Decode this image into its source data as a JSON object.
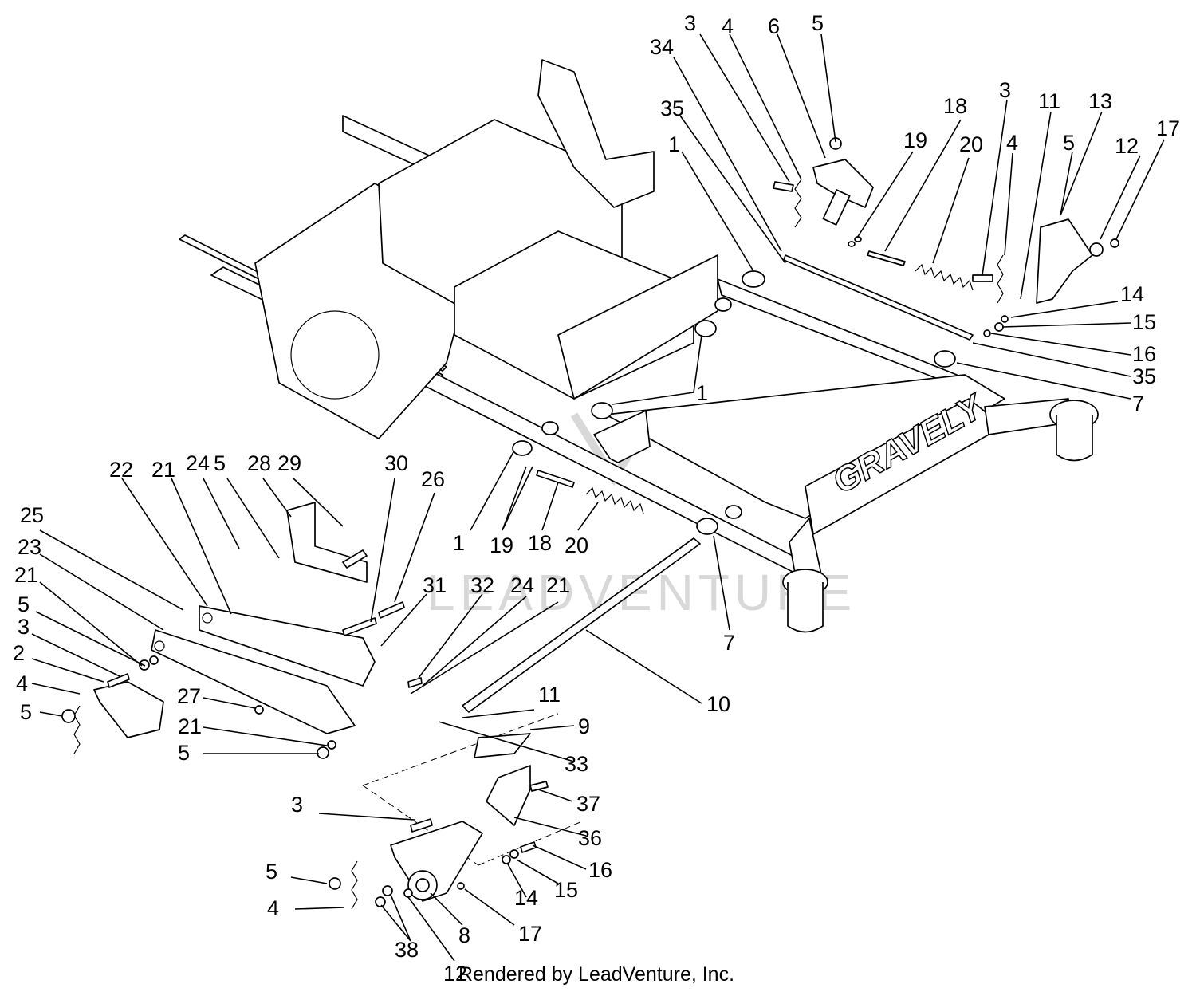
{
  "diagram": {
    "brand_text": "GRAVELY",
    "watermark_text": "LEADVENTURE",
    "footer_text": "Rendered by LeadVenture, Inc.",
    "callouts": [
      {
        "id": "c1",
        "text": "3"
      },
      {
        "id": "c2",
        "text": "4"
      },
      {
        "id": "c3",
        "text": "6"
      },
      {
        "id": "c4",
        "text": "5"
      },
      {
        "id": "c5",
        "text": "34"
      },
      {
        "id": "c6",
        "text": "35"
      },
      {
        "id": "c7",
        "text": "1"
      },
      {
        "id": "c8",
        "text": "18"
      },
      {
        "id": "c9",
        "text": "19"
      },
      {
        "id": "c10",
        "text": "20"
      },
      {
        "id": "c11",
        "text": "3"
      },
      {
        "id": "c12",
        "text": "11"
      },
      {
        "id": "c13",
        "text": "13"
      },
      {
        "id": "c14",
        "text": "4"
      },
      {
        "id": "c15",
        "text": "5"
      },
      {
        "id": "c16",
        "text": "12"
      },
      {
        "id": "c17",
        "text": "17"
      },
      {
        "id": "c18",
        "text": "14"
      },
      {
        "id": "c19",
        "text": "15"
      },
      {
        "id": "c20",
        "text": "16"
      },
      {
        "id": "c21",
        "text": "35"
      },
      {
        "id": "c22",
        "text": "7"
      },
      {
        "id": "c23",
        "text": "1"
      },
      {
        "id": "c24",
        "text": "22"
      },
      {
        "id": "c25",
        "text": "21"
      },
      {
        "id": "c26",
        "text": "24"
      },
      {
        "id": "c27",
        "text": "5"
      },
      {
        "id": "c28",
        "text": "28"
      },
      {
        "id": "c29",
        "text": "29"
      },
      {
        "id": "c30",
        "text": "30"
      },
      {
        "id": "c31",
        "text": "26"
      },
      {
        "id": "c32",
        "text": "25"
      },
      {
        "id": "c33",
        "text": "23"
      },
      {
        "id": "c34",
        "text": "21"
      },
      {
        "id": "c35",
        "text": "5"
      },
      {
        "id": "c36",
        "text": "3"
      },
      {
        "id": "c37",
        "text": "2"
      },
      {
        "id": "c38",
        "text": "4"
      },
      {
        "id": "c39",
        "text": "5"
      },
      {
        "id": "c40",
        "text": "27"
      },
      {
        "id": "c41",
        "text": "21"
      },
      {
        "id": "c42",
        "text": "5"
      },
      {
        "id": "c43",
        "text": "31"
      },
      {
        "id": "c44",
        "text": "32"
      },
      {
        "id": "c45",
        "text": "24"
      },
      {
        "id": "c46",
        "text": "21"
      },
      {
        "id": "c47",
        "text": "1"
      },
      {
        "id": "c48",
        "text": "19"
      },
      {
        "id": "c49",
        "text": "18"
      },
      {
        "id": "c50",
        "text": "20"
      },
      {
        "id": "c51",
        "text": "7"
      },
      {
        "id": "c52",
        "text": "10"
      },
      {
        "id": "c53",
        "text": "11"
      },
      {
        "id": "c54",
        "text": "9"
      },
      {
        "id": "c55",
        "text": "33"
      },
      {
        "id": "c56",
        "text": "37"
      },
      {
        "id": "c57",
        "text": "3"
      },
      {
        "id": "c58",
        "text": "36"
      },
      {
        "id": "c59",
        "text": "16"
      },
      {
        "id": "c60",
        "text": "5"
      },
      {
        "id": "c61",
        "text": "15"
      },
      {
        "id": "c62",
        "text": "14"
      },
      {
        "id": "c63",
        "text": "4"
      },
      {
        "id": "c64",
        "text": "17"
      },
      {
        "id": "c65",
        "text": "8"
      },
      {
        "id": "c66",
        "text": "38"
      },
      {
        "id": "c67",
        "text": "12"
      }
    ]
  }
}
